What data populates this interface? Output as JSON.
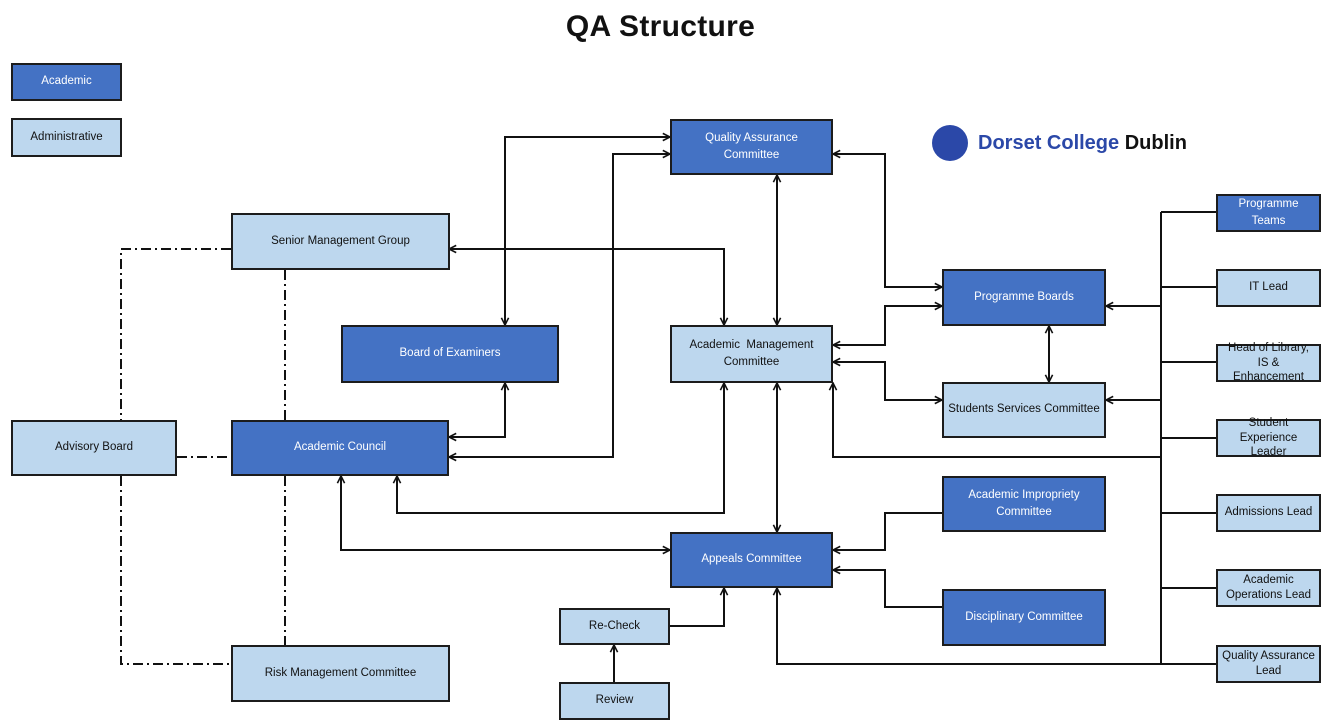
{
  "title": "QA Structure",
  "colors": {
    "academic": "#4472c4",
    "administrative": "#bdd7ee",
    "brand": "#2b48a8"
  },
  "legend": {
    "academic": "Academic",
    "administrative": "Administrative"
  },
  "logo": {
    "icon": "circle-logo-icon",
    "brand": "Dorset College",
    "city": "Dublin"
  },
  "nodes": {
    "senior_management_group": "Senior Management Group",
    "advisory_board": "Advisory Board",
    "academic_council": "Academic Council",
    "risk_management_committee": "Risk Management Committee",
    "board_of_examiners": "Board of Examiners",
    "quality_assurance_committee": "Quality Assurance Committee",
    "academic_management_committee": "Academic  Management Committee",
    "appeals_committee": "Appeals Committee",
    "re_check": "Re-Check",
    "review": "Review",
    "programme_boards": "Programme Boards",
    "students_services_committee": "Students Services Committee",
    "academic_impropriety_committee": "Academic Impropriety Committee",
    "disciplinary_committee": "Disciplinary Committee",
    "programme_teams": "Programme Teams",
    "it_lead": "IT Lead",
    "head_of_library": "Head of Library, IS & Enhancement",
    "student_experience_leader": "Student Experience Leader",
    "admissions_lead": "Admissions Lead",
    "academic_operations_lead": "Academic Operations Lead",
    "quality_assurance_lead": "Quality Assurance Lead"
  }
}
